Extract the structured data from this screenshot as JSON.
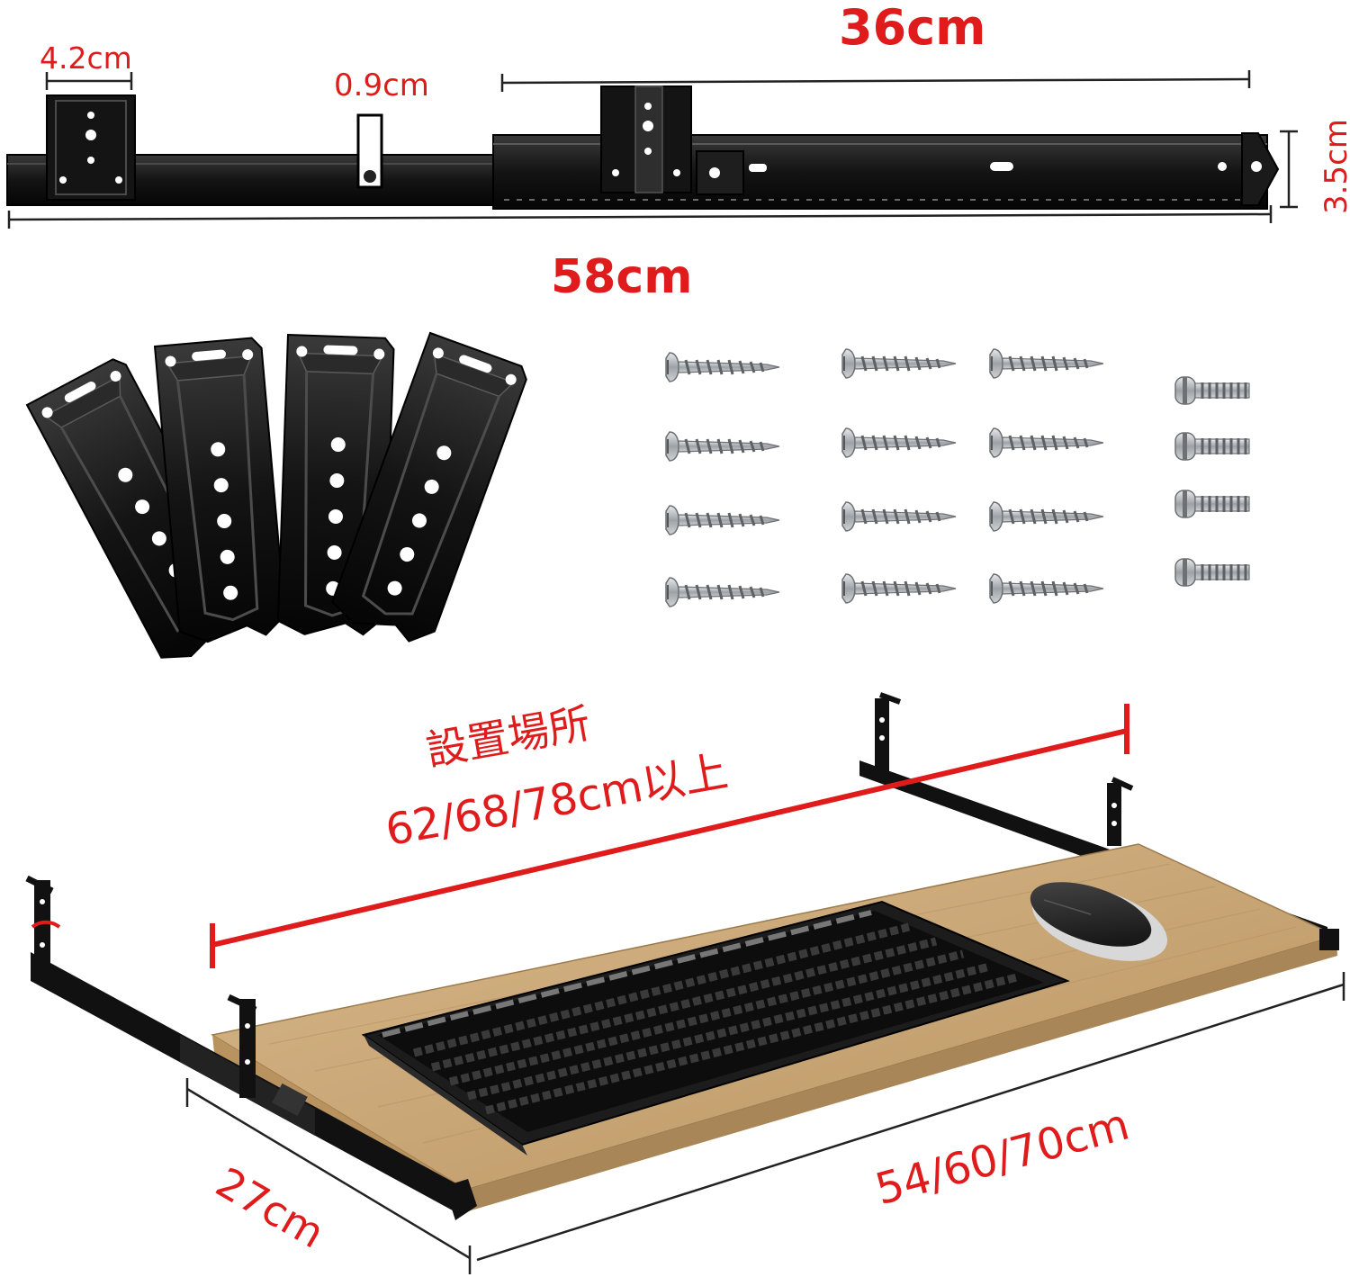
{
  "dimensions": {
    "bracket_width": "4.2cm",
    "slot_width": "0.9cm",
    "rail_extension": "36cm",
    "rail_length": "58cm",
    "rail_height": "3.5cm",
    "install_location": "設置場所",
    "install_length": "62/68/78cm以上",
    "tray_depth": "27cm",
    "tray_width": "54/60/70cm"
  },
  "colors": {
    "dimension_red": "#e01b1b",
    "rail_black": "#141414",
    "wood": "#c9a676",
    "screw_silver": "#b9bcc0"
  },
  "icons": {
    "wood_screw": "wood-screw-icon",
    "machine_screw": "machine-screw-icon",
    "mount_bracket": "mount-bracket-icon"
  }
}
